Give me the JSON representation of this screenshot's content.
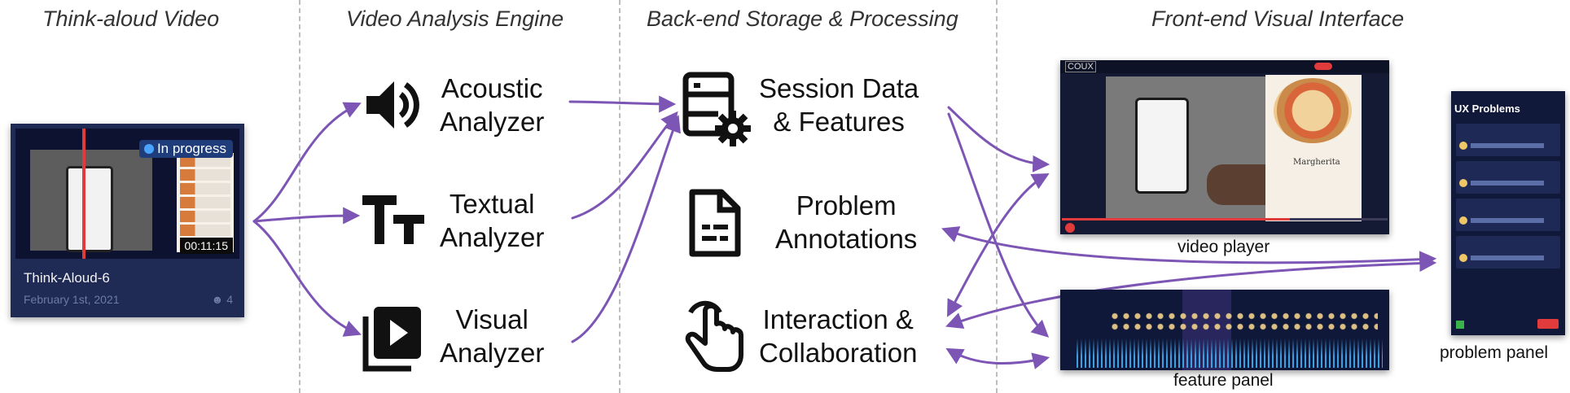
{
  "stages": {
    "input": "Think-aloud Video",
    "engine": "Video Analysis Engine",
    "backend": "Back-end Storage & Processing",
    "frontend": "Front-end Visual Interface"
  },
  "thumbnail": {
    "status": "In progress",
    "timecode": "00:11:15",
    "title": "Think-Aloud-6",
    "date": "February 1st, 2021",
    "user_count": "4"
  },
  "analyzers": {
    "acoustic": {
      "line1": "Acoustic",
      "line2": "Analyzer",
      "icon": "speaker-icon"
    },
    "textual": {
      "line1": "Textual",
      "line2": "Analyzer",
      "icon": "text-size-icon"
    },
    "visual": {
      "line1": "Visual",
      "line2": "Analyzer",
      "icon": "video-library-icon"
    }
  },
  "backend": {
    "session": {
      "line1": "Session Data",
      "line2": "& Features",
      "icon": "storage-gear-icon"
    },
    "problems": {
      "line1": "Problem",
      "line2": "Annotations",
      "icon": "document-icon"
    },
    "interaction": {
      "line1": "Interaction &",
      "line2": "Collaboration",
      "icon": "touch-icon"
    }
  },
  "frontend": {
    "video_player": {
      "caption": "video player",
      "logo": "COUX",
      "recipe_title": "Margherita"
    },
    "feature_panel": {
      "caption": "feature panel"
    },
    "problem_panel": {
      "caption": "problem panel",
      "title": "UX Problems"
    }
  },
  "colors": {
    "arrow": "#7d55b4",
    "card_bg": "#1f2a55",
    "accent_red": "#e23b3b"
  }
}
